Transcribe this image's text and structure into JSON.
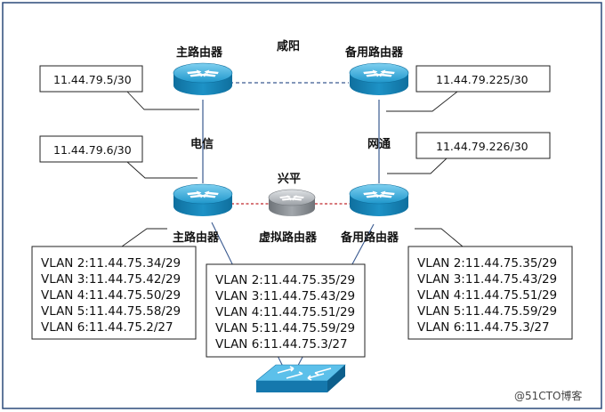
{
  "top_city": "咸阳",
  "bottom_city": "兴平",
  "isp_left": "电信",
  "isp_right": "网通",
  "top_main_router": "主路由器",
  "top_backup_router": "备用路由器",
  "bottom_main_router": "主路由器",
  "virtual_router": "虚拟路由器",
  "bottom_backup_router": "备用路由器",
  "ip_top_left": "11.44.79.5/30",
  "ip_top_right": "11.44.79.225/30",
  "ip_bottom_left": "11.44.79.6/30",
  "ip_bottom_right": "11.44.79.226/30",
  "vlans_main": [
    "VLAN 2:11.44.75.34/29",
    "VLAN 3:11.44.75.42/29",
    "VLAN 4:11.44.75.50/29",
    "VLAN 5:11.44.75.58/29",
    "VLAN 6:11.44.75.2/27"
  ],
  "vlans_virtual": [
    "VLAN 2:11.44.75.35/29",
    "VLAN 3:11.44.75.43/29",
    "VLAN 4:11.44.75.51/29",
    "VLAN 5:11.44.75.59/29",
    "VLAN 6:11.44.75.3/27"
  ],
  "vlans_backup": [
    "VLAN 2:11.44.75.35/29",
    "VLAN 3:11.44.75.43/29",
    "VLAN 4:11.44.75.51/29",
    "VLAN 5:11.44.75.59/29",
    "VLAN 6:11.44.75.3/27"
  ],
  "watermark": "@51CTO博客",
  "colors": {
    "router_blue": "#1d8fc3",
    "router_gray": "#8e9398",
    "wan_link": "#3a5a90",
    "lan_link": "#c0282d",
    "frame": "#2b4a7a"
  }
}
